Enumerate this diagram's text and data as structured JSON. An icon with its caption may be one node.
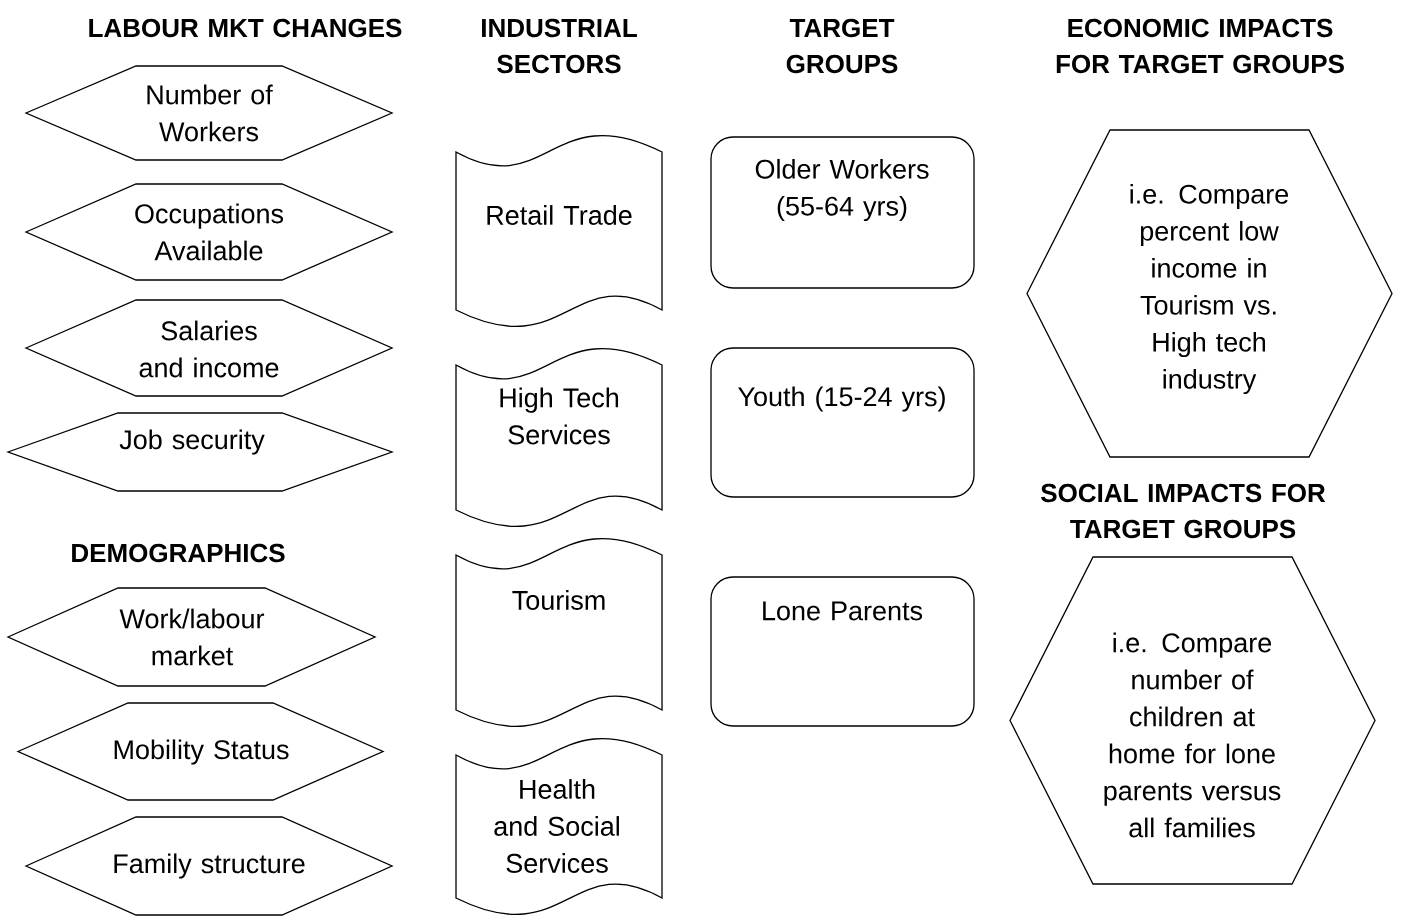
{
  "diagram": {
    "nodes": [
      {
        "text": [
          "Number of Workers"
        ]
      },
      {
        "text": [
          "Occupations Available"
        ]
      },
      {
        "text": [
          "Salaries and income"
        ]
      },
      {
        "text": [
          "Job security"
        ]
      },
      {
        "text": [
          "Work/labour market"
        ]
      },
      {
        "text": [
          "Mobility Status"
        ]
      },
      {
        "text": [
          "Family structure"
        ]
      },
      {
        "text": [
          "Retail Trade"
        ]
      },
      {
        "text": [
          "High Tech Services"
        ]
      },
      {
        "text": [
          "Tourism"
        ]
      },
      {
        "text": [
          "Health and Social Services"
        ]
      },
      {
        "text": [
          "Older Workers (55-64 yrs)"
        ]
      },
      {
        "text": [
          "Youth (15-24 yrs)"
        ]
      },
      {
        "text": [
          "Lone Parents"
        ]
      },
      {
        "text": [
          "i.e. Compare percent low income in Tourism vs. High tech industry"
        ]
      },
      {
        "text": [
          "i.e. Compare number of children at home for lone parents versus all families"
        ]
      }
    ],
    "labels": [
      "LABOUR MKT CHANGES",
      "INDUSTRIAL SECTORS",
      "TARGET GROUPS",
      "ECONOMIC IMPACTS FOR TARGET GROUPS",
      "DEMOGRAPHICS",
      "SOCIAL IMPACTS FOR TARGET GROUPS"
    ]
  }
}
